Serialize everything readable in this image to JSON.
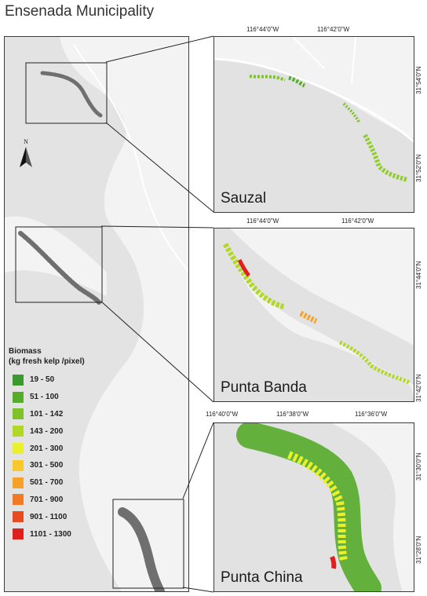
{
  "title": "Ensenada Municipality",
  "north_label": "N",
  "legend": {
    "title_line1": "Biomass",
    "title_line2": "(kg fresh kelp /pixel)",
    "classes": [
      {
        "label": "19 - 50",
        "color": "#3a9a2e"
      },
      {
        "label": "51 - 100",
        "color": "#55ab2a"
      },
      {
        "label": "101 - 142",
        "color": "#7dc226"
      },
      {
        "label": "143 - 200",
        "color": "#b2d827"
      },
      {
        "label": "201 - 300",
        "color": "#eaf02c"
      },
      {
        "label": "301 - 500",
        "color": "#f9c92b"
      },
      {
        "label": "501 - 700",
        "color": "#f6a22a"
      },
      {
        "label": "701 - 900",
        "color": "#f07a26"
      },
      {
        "label": "901 - 1100",
        "color": "#e84a22"
      },
      {
        "label": "1101 - 1300",
        "color": "#e0201e"
      }
    ]
  },
  "insets": [
    {
      "name": "Sauzal",
      "top_ticks": [
        "116°44'0\"W",
        "116°42'0\"W"
      ],
      "side_ticks": [
        "31°54'0\"N",
        "31°52'0\"N"
      ]
    },
    {
      "name": "Punta Banda",
      "top_ticks": [
        "116°44'0\"W",
        "116°42'0\"W"
      ],
      "side_ticks": [
        "31°44'0\"N",
        "31°42'0\"N"
      ]
    },
    {
      "name": "Punta China",
      "top_ticks": [
        "116°40'0\"W",
        "116°38'0\"W",
        "116°36'0\"W"
      ],
      "side_ticks": [
        "31°30'0\"N",
        "31°28'0\"N"
      ]
    }
  ]
}
